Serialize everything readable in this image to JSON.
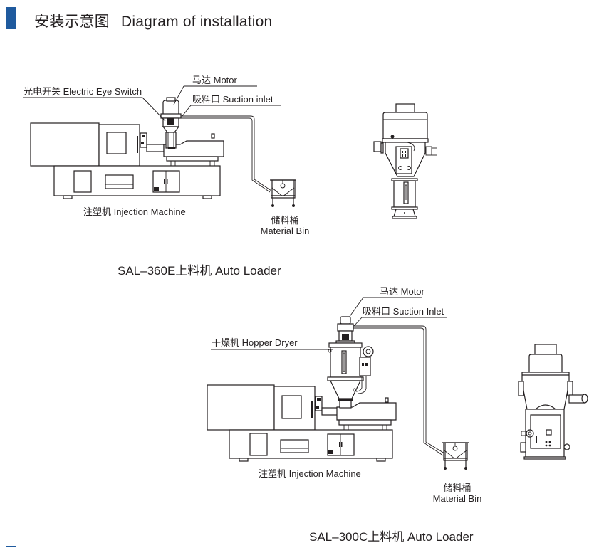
{
  "header": {
    "title_cn": "安装示意图",
    "title_en": "Diagram of installation",
    "accent_color": "#1f5a9e"
  },
  "diagram_1": {
    "labels": {
      "motor": "马达 Motor",
      "suction_inlet": "吸料口 Suction inlet",
      "electric_eye_switch": "光电开关 Electric Eye Switch",
      "injection_machine": "注塑机 Injection Machine",
      "material_bin_cn": "储料桶",
      "material_bin_en": "Material Bin"
    },
    "caption": "SAL–360E上料机 Auto Loader"
  },
  "diagram_2": {
    "labels": {
      "motor": "马达 Motor",
      "suction_inlet": "吸料口 Suction Inlet",
      "hopper_dryer": "干燥机 Hopper Dryer",
      "injection_machine": "注塑机 Injection Machine",
      "material_bin_cn": "储料桶",
      "material_bin_en": "Material Bin"
    },
    "caption": "SAL–300C上料机 Auto Loader"
  }
}
